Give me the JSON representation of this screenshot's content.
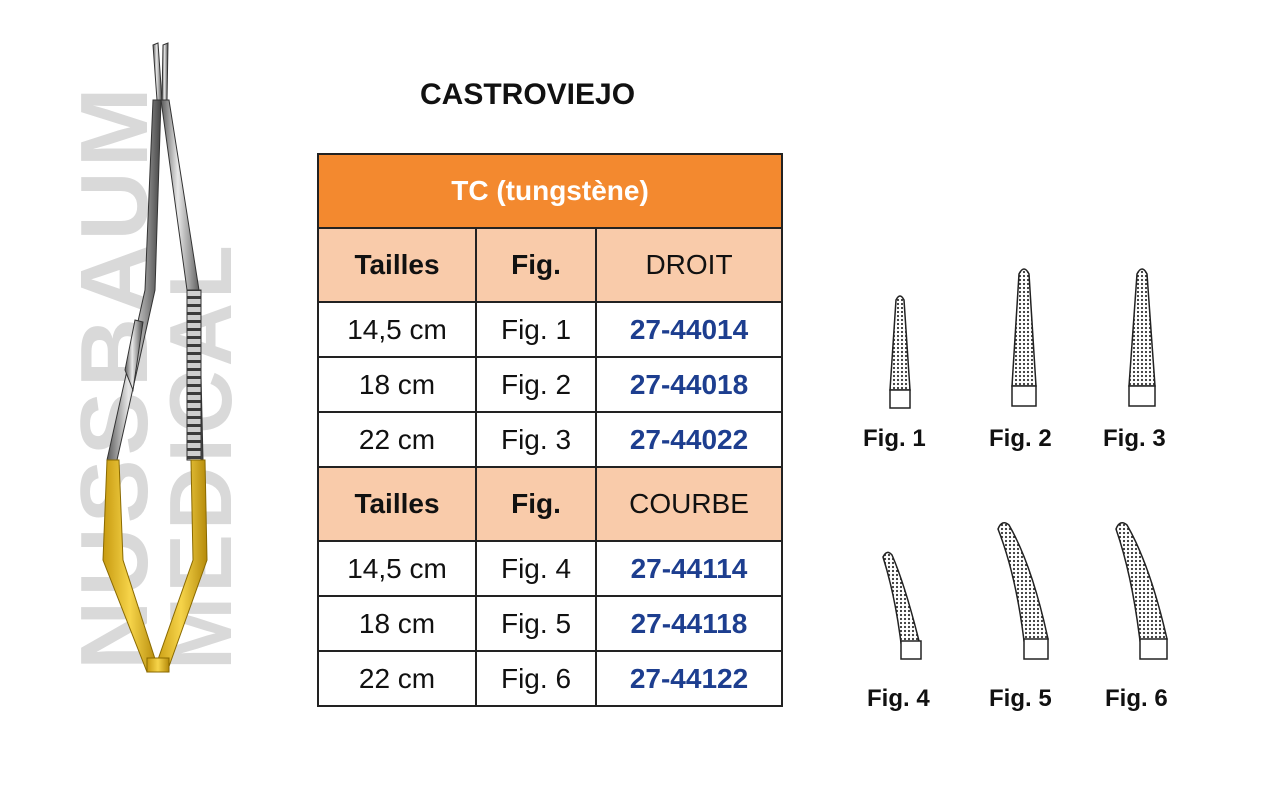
{
  "watermark": {
    "line1": "NUSSBAUM",
    "line2": "MEDICAL"
  },
  "title": "CASTROVIEJO",
  "table": {
    "header": "TC (tungstène)",
    "sections": [
      {
        "col_sizes": "Tailles",
        "col_fig": "Fig.",
        "col_type": "DROIT",
        "rows": [
          {
            "size": "14,5 cm",
            "fig": "Fig. 1",
            "ref": "27-44014"
          },
          {
            "size": "18 cm",
            "fig": "Fig. 2",
            "ref": "27-44018"
          },
          {
            "size": "22 cm",
            "fig": "Fig. 3",
            "ref": "27-44022"
          }
        ]
      },
      {
        "col_sizes": "Tailles",
        "col_fig": "Fig.",
        "col_type": "COURBE",
        "rows": [
          {
            "size": "14,5 cm",
            "fig": "Fig. 4",
            "ref": "27-44114"
          },
          {
            "size": "18 cm",
            "fig": "Fig. 5",
            "ref": "27-44118"
          },
          {
            "size": "22 cm",
            "fig": "Fig. 6",
            "ref": "27-44122"
          }
        ]
      }
    ]
  },
  "figures": {
    "straight": [
      "Fig. 1",
      "Fig. 2",
      "Fig. 3"
    ],
    "curved": [
      "Fig. 4",
      "Fig. 5",
      "Fig. 6"
    ]
  },
  "colors": {
    "header": "#f3892f",
    "subheader": "#f9cbaa",
    "reference": "#1d3e8f",
    "gold": "#f3c31a"
  }
}
